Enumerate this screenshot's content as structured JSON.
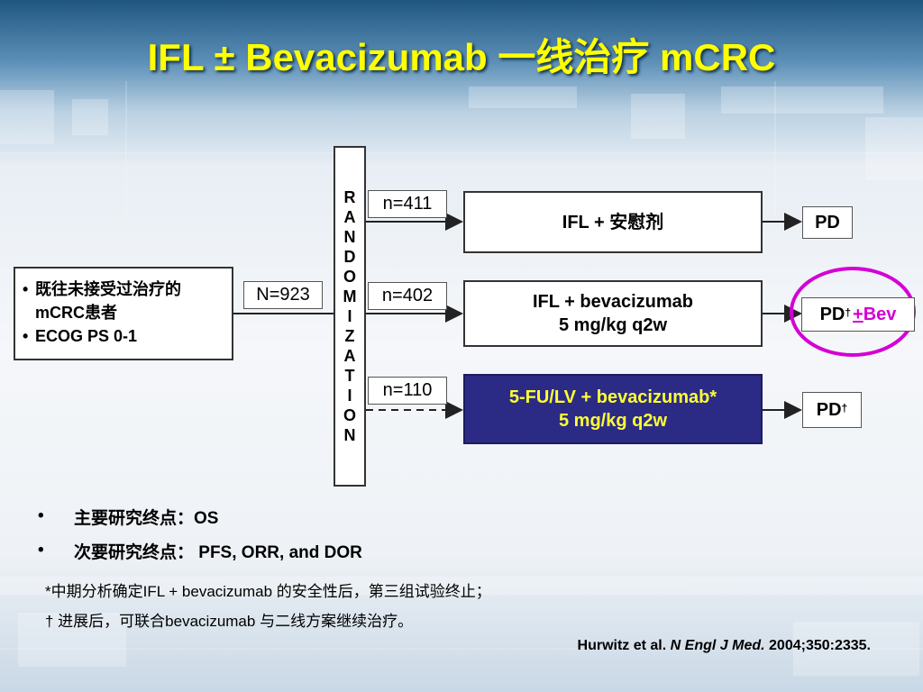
{
  "title": "IFL ± Bevacizumab 一线治疗 mCRC",
  "randomization_letters": [
    "R",
    "A",
    "N",
    "D",
    "O",
    "M",
    "I",
    "Z",
    "A",
    "T",
    "I",
    "O",
    "N"
  ],
  "patients": {
    "items": [
      "既往未接受过治疗的mCRC患者",
      "ECOG PS 0-1"
    ]
  },
  "total_n": "N=923",
  "arms": [
    {
      "n": "n=411",
      "line1": "IFL + 安慰剂",
      "line2": "",
      "pd": "PD",
      "pd_sup": "",
      "pd_plus": "",
      "pd_bev": ""
    },
    {
      "n": "n=402",
      "line1": "IFL + bevacizumab",
      "line2": "5 mg/kg q2w",
      "pd": "PD",
      "pd_sup": "†",
      "pd_plus": "+",
      "pd_bev": "Bev"
    },
    {
      "n": "n=110",
      "line1": "5-FU/LV + bevacizumab*",
      "line2": "5 mg/kg q2w",
      "pd": "PD",
      "pd_sup": "†",
      "pd_plus": "",
      "pd_bev": ""
    }
  ],
  "endpoints": [
    "主要研究终点：OS",
    "次要研究终点： PFS, ORR, and DOR"
  ],
  "footnotes": [
    "*中期分析确定IFL + bevacizumab 的安全性后，第三组试验终止；",
    "† 进展后，可联合bevacizumab 与二线方案继续治疗。"
  ],
  "citation": {
    "authors": "Hurwitz et al.",
    "journal": "N Engl J Med.",
    "ref": "2004;350:2335."
  },
  "colors": {
    "title": "#ffff00",
    "arm3_bg": "#2b2b86",
    "arm3_text": "#ffff33",
    "highlight": "#d400d4"
  }
}
